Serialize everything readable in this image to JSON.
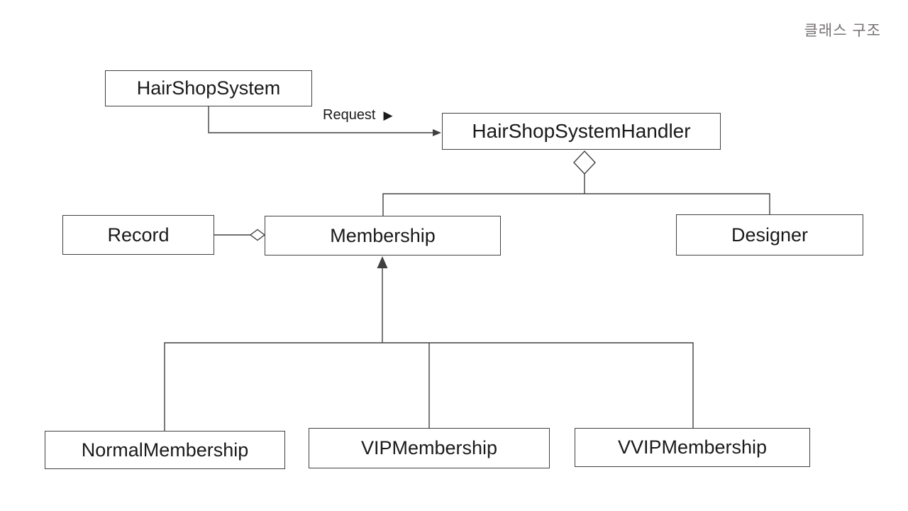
{
  "page_title": "클래스 구조",
  "diagram": {
    "nodes": {
      "hair_shop_system": {
        "label": "HairShopSystem"
      },
      "hair_shop_system_handler": {
        "label": "HairShopSystemHandler"
      },
      "record": {
        "label": "Record"
      },
      "membership": {
        "label": "Membership"
      },
      "designer": {
        "label": "Designer"
      },
      "normal_membership": {
        "label": "NormalMembership"
      },
      "vip_membership": {
        "label": "VIPMembership"
      },
      "vvip_membership": {
        "label": "VVIPMembership"
      }
    },
    "edges": {
      "request": {
        "label": "Request",
        "direction_icon": "▶"
      }
    },
    "colors": {
      "background": "#ffffff",
      "line": "#404040",
      "box_border": "#404040",
      "text": "#1a1a1a",
      "title": "#767171"
    }
  }
}
